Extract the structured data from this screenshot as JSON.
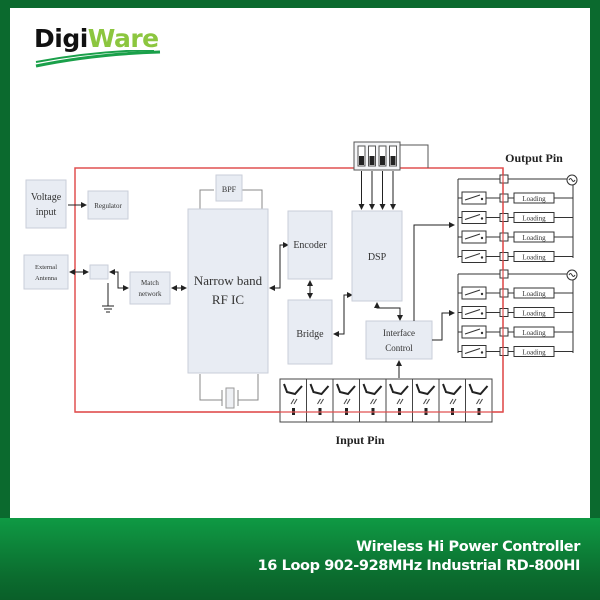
{
  "brand": {
    "logo_part1": "Digi",
    "logo_part2": "Ware",
    "colors": {
      "frame_green": "#0b6a2e",
      "logo_green": "#8cc63f",
      "logo_dark": "#111111"
    }
  },
  "diagram": {
    "blocks": {
      "voltage_input": [
        "Voltage",
        "input"
      ],
      "regulator": "Regulator",
      "external_antenna": [
        "External",
        "Antenna"
      ],
      "match_network": [
        "Match",
        "network"
      ],
      "bpf": "BPF",
      "rf_ic": [
        "Narrow band",
        "RF IC"
      ],
      "encoder": "Encoder",
      "bridge": "Bridge",
      "dsp": "DSP",
      "interface_control": [
        "Interface",
        "Control"
      ]
    },
    "output_pin_label": "Output Pin",
    "input_pin_label": "Input Pin",
    "loading_label": "Loading",
    "output_groups": 2,
    "relays_per_group": 4,
    "input_terminals": 8,
    "dip_switches": 4,
    "colors": {
      "block_fill": "#e8ecf3",
      "block_stroke": "#c9ced8",
      "wire": "#333333",
      "boundary": "#e05050"
    }
  },
  "banner": {
    "line1": "Wireless Hi Power Controller",
    "line2": "16 Loop 902-928MHz Industrial RD-800HI"
  }
}
